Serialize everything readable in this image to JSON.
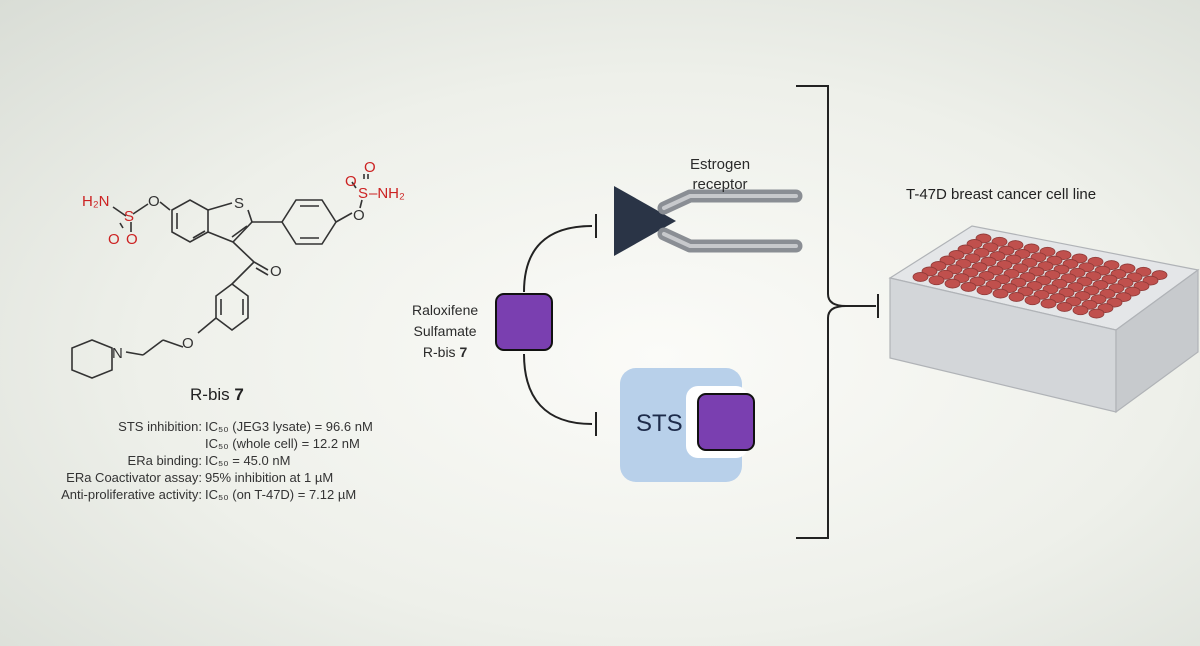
{
  "compound": {
    "name": "R-bis",
    "name_num": "7",
    "labels": {
      "h2n": "H₂N",
      "s_left": "S",
      "o_left1": "O",
      "o_left2": "O",
      "o_left3": "O",
      "s_ring": "S",
      "o_right_top": "O",
      "o_right_mid": "O",
      "s_right": "S",
      "nh2": "–NH₂",
      "o_right_bottom": "O",
      "o_ketone": "O",
      "o_ether": "O",
      "n_pip": "N"
    }
  },
  "properties": [
    {
      "label": "STS inhibition:",
      "value": "IC₅₀ (JEG3 lysate) = 96.6 nM"
    },
    {
      "label": "",
      "value": "IC₅₀ (whole cell) = 12.2 nM"
    },
    {
      "label": "ERa binding:",
      "value": "IC₅₀ = 45.0 nM"
    },
    {
      "label": "ERa Coactivator assay:",
      "value": "95% inhibition at 1 µM"
    },
    {
      "label": "Anti-proliferative activity:",
      "value": "IC₅₀ (on T-47D) = 7.12 µM"
    }
  ],
  "diagram": {
    "raloxifene_line1": "Raloxifene",
    "raloxifene_line2": "Sulfamate",
    "raloxifene_line3": "R-bis",
    "raloxifene_num": "7",
    "er_line1": "Estrogen",
    "er_line2": "receptor",
    "sts_label": "STS",
    "cell_line_label": "T-47D breast cancer cell line"
  },
  "colors": {
    "purple": "#7a3fb0",
    "oxygen_red": "#cc2222",
    "receptor_dark": "#2a3446",
    "well_red": "#c0504d",
    "sts_blue": "#b8d0ea"
  }
}
